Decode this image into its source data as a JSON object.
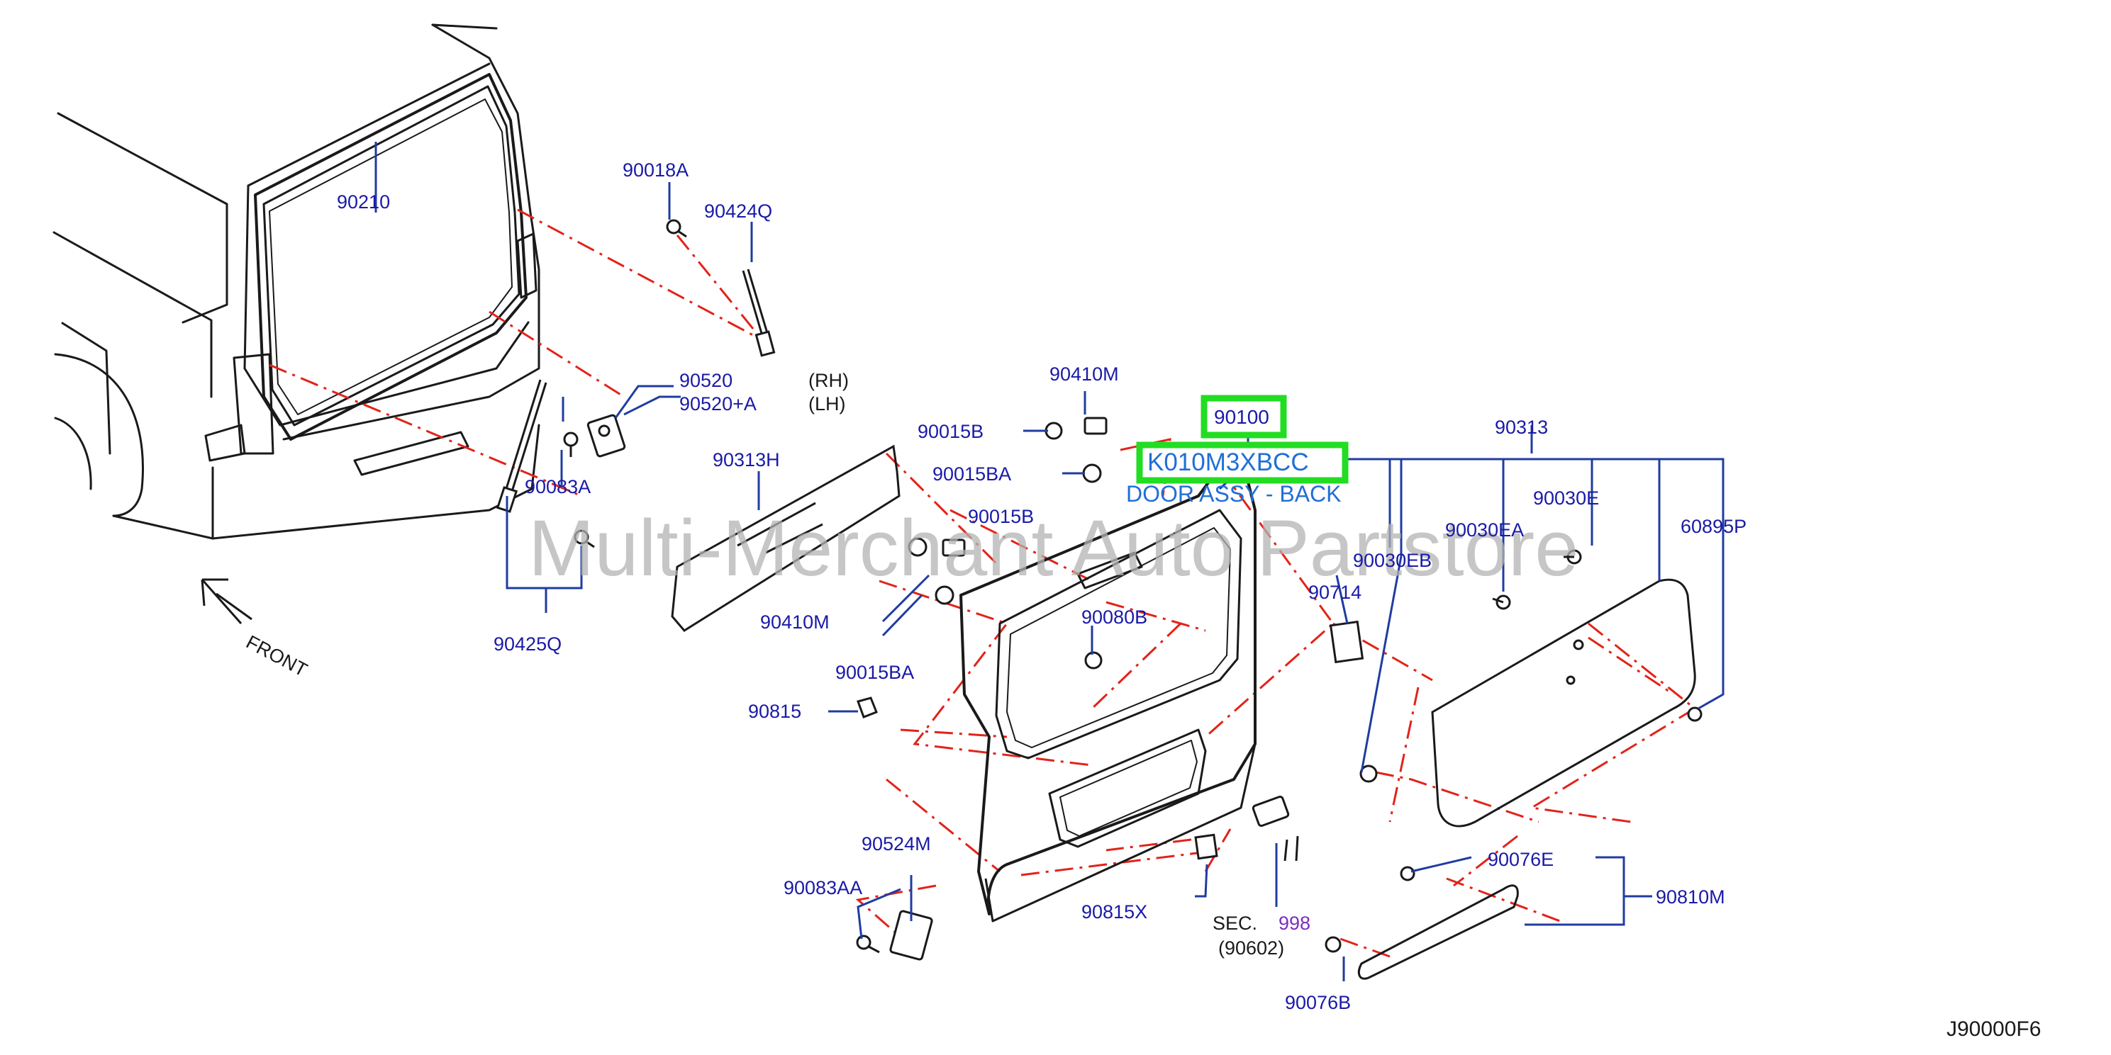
{
  "colors": {
    "label_blue": "#1a1aa8",
    "leader_blue": "#1f3ca0",
    "phantom_red": "#e2231a",
    "outline_black": "#1a1a1a",
    "highlight_green": "#22dd22",
    "highlight_text_blue": "#1f6fd6",
    "sec_purple": "#7a2fbf",
    "watermark_gray": "#b3b3b3"
  },
  "watermark": "Multi-Merchant Auto Partstore",
  "drawing_code": "J90000F6",
  "front_arrow": {
    "label": "FRONT",
    "icon": "front-arrow-icon"
  },
  "highlight": {
    "part_number": "90100",
    "oem_code": "K010M3XBCC",
    "description": "DOOR ASSY - BACK"
  },
  "callouts": {
    "p90210": "90210",
    "p90018A": "90018A",
    "p90424Q": "90424Q",
    "p90520": "90520",
    "p90520_rh": "(RH)",
    "p90520A": "90520+A",
    "p90520A_lh": "(LH)",
    "p90083A": "90083A",
    "p90313H": "90313H",
    "p90425Q": "90425Q",
    "p90410M_top": "90410M",
    "p90015B_top": "90015B",
    "p90015BA_top": "90015BA",
    "p90015B_mid": "90015B",
    "p90410M_mid": "90410M",
    "p90015BA_mid": "90015BA",
    "p90815": "90815",
    "p90080B": "90080B",
    "p90714": "90714",
    "p90313": "90313",
    "p90030E": "90030E",
    "p90030EA": "90030EA",
    "p90030EB": "90030EB",
    "p60895P": "60895P",
    "p90524M": "90524M",
    "p90083AA": "90083AA",
    "p90815X": "90815X",
    "sec_prefix": "SEC.",
    "sec_number": "998",
    "sec_ref": "(90602)",
    "p90076E": "90076E",
    "p90810M": "90810M",
    "p90076B": "90076B"
  }
}
